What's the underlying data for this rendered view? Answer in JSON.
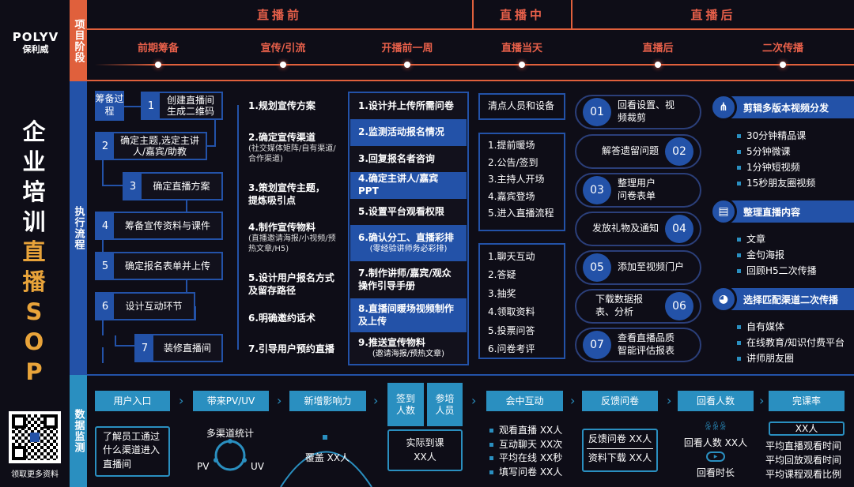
{
  "brand": {
    "logo": "POLYV",
    "logo_cn": "保利威",
    "title_white": [
      "企",
      "业",
      "培",
      "训"
    ],
    "title_orange": [
      "直",
      "播",
      "S",
      "O",
      "P"
    ],
    "qr_caption": "领取更多资料",
    "accent": "#2352a8",
    "orange": "#e8604a",
    "teal": "#2a8fc0",
    "gold": "#e8a33a"
  },
  "bands": {
    "stage": "项目阶段",
    "exec": "执行流程",
    "data": "数据监测"
  },
  "header": {
    "before": "直播前",
    "during": "直播中",
    "after": "直播后"
  },
  "phases": [
    "前期筹备",
    "宣传/引流",
    "开播前一周",
    "直播当天",
    "直播后",
    "二次传播"
  ],
  "prep": {
    "label": "筹备过程",
    "steps": [
      {
        "n": "1",
        "t": "创建直播间生成二维码"
      },
      {
        "n": "2",
        "t": "确定主题,选定主讲人/嘉宾/助教"
      },
      {
        "n": "3",
        "t": "确定直播方案"
      },
      {
        "n": "4",
        "t": "筹备宣传资料与课件"
      },
      {
        "n": "5",
        "t": "确定报名表单并上传"
      },
      {
        "n": "6",
        "t": "设计互动环节"
      },
      {
        "n": "7",
        "t": "装修直播间"
      }
    ]
  },
  "promo": [
    {
      "t": "1.规划宣传方案"
    },
    {
      "t": "2.确定宣传渠道",
      "s": "(社交媒体矩阵/自有渠道/合作渠道)"
    },
    {
      "t": "3.策划宣传主题，提炼吸引点"
    },
    {
      "t": "4.制作宣传物料",
      "s": "(直播邀请海报/小视频/预热文章/H5)"
    },
    {
      "t": "5.设计用户报名方式及留存路径"
    },
    {
      "t": "6.明确邀约话术"
    },
    {
      "t": "7.引导用户预约直播"
    }
  ],
  "week": [
    {
      "t": "1.设计并上传所需问卷"
    },
    {
      "t": "2.监测活动报名情况"
    },
    {
      "t": "3.回复报名者咨询"
    },
    {
      "t": "4.确定主讲人/嘉宾PPT"
    },
    {
      "t": "5.设置平台观看权限"
    },
    {
      "t": "6.确认分工、直播彩排",
      "s": "(零经验讲师务必彩排)"
    },
    {
      "t": "7.制作讲师/嘉宾/观众操作引导手册"
    },
    {
      "t": "8.直播间暖场视频制作及上传"
    },
    {
      "t": "9.推送宣传物料",
      "s": "(邀请海报/预热文章)"
    }
  ],
  "day": {
    "check": "清点人员和设备",
    "flow": [
      "1.提前暖场",
      "2.公告/签到",
      "3.主持人开场",
      "4.嘉宾登场",
      "5.进入直播流程"
    ],
    "interact": [
      "1.聊天互动",
      "2.答疑",
      "3.抽奖",
      "4.领取资料",
      "5.投票问答",
      "6.问卷考评"
    ]
  },
  "after": [
    {
      "n": "01",
      "t": "回看设置、视频裁剪"
    },
    {
      "n": "02",
      "t": "解答遗留问题"
    },
    {
      "n": "03",
      "t": "整理用户问卷表单"
    },
    {
      "n": "04",
      "t": "发放礼物及通知"
    },
    {
      "n": "05",
      "t": "添加至视频门户"
    },
    {
      "n": "06",
      "t": "下载数据报表、分析"
    },
    {
      "n": "07",
      "t": "查看直播品质智能评估报表"
    }
  ],
  "spread": [
    {
      "title": "剪辑多版本视频分发",
      "icon": "share-network-icon",
      "items": [
        "30分钟精品课",
        "5分钟微课",
        "1分钟短视频",
        "15秒朋友圈视频"
      ]
    },
    {
      "title": "整理直播内容",
      "icon": "archive-box-icon",
      "items": [
        "文章",
        "金句海报",
        "回顾H5二次传播"
      ]
    },
    {
      "title": "选择匹配渠道二次传播",
      "icon": "pie-chart-icon",
      "items": [
        "自有媒体",
        "在线教育/知识付费平台",
        "讲师朋友圈"
      ]
    }
  ],
  "monitor": {
    "entry": {
      "h": "用户入口",
      "body": "了解员工通过什么渠道进入直播间"
    },
    "pvuv": {
      "h": "带来PV/UV",
      "caption": "多渠道统计",
      "pv": "PV",
      "uv": "UV"
    },
    "impact": {
      "h": "新增影响力",
      "body": "覆盖 XX人"
    },
    "signin": {
      "h": "签到人数",
      "h2": "参培人员",
      "body": "实际到课XX人"
    },
    "interact": {
      "h": "会中互动",
      "items": [
        "观看直播 XX人",
        "互动聊天 XX次",
        "平均在线 XX秒",
        "填写问卷 XX人"
      ]
    },
    "feedback": {
      "h": "反馈问卷",
      "l1": "反馈问卷 XX人",
      "l2": "资料下载 XX人"
    },
    "replay": {
      "h": "回看人数",
      "l1": "回看人数 XX人",
      "l2": "回看时长"
    },
    "complete": {
      "h": "完课率",
      "box": "XX人",
      "items": [
        "平均直播观看时间",
        "平均回放观看时间",
        "平均课程观看比例"
      ]
    }
  }
}
